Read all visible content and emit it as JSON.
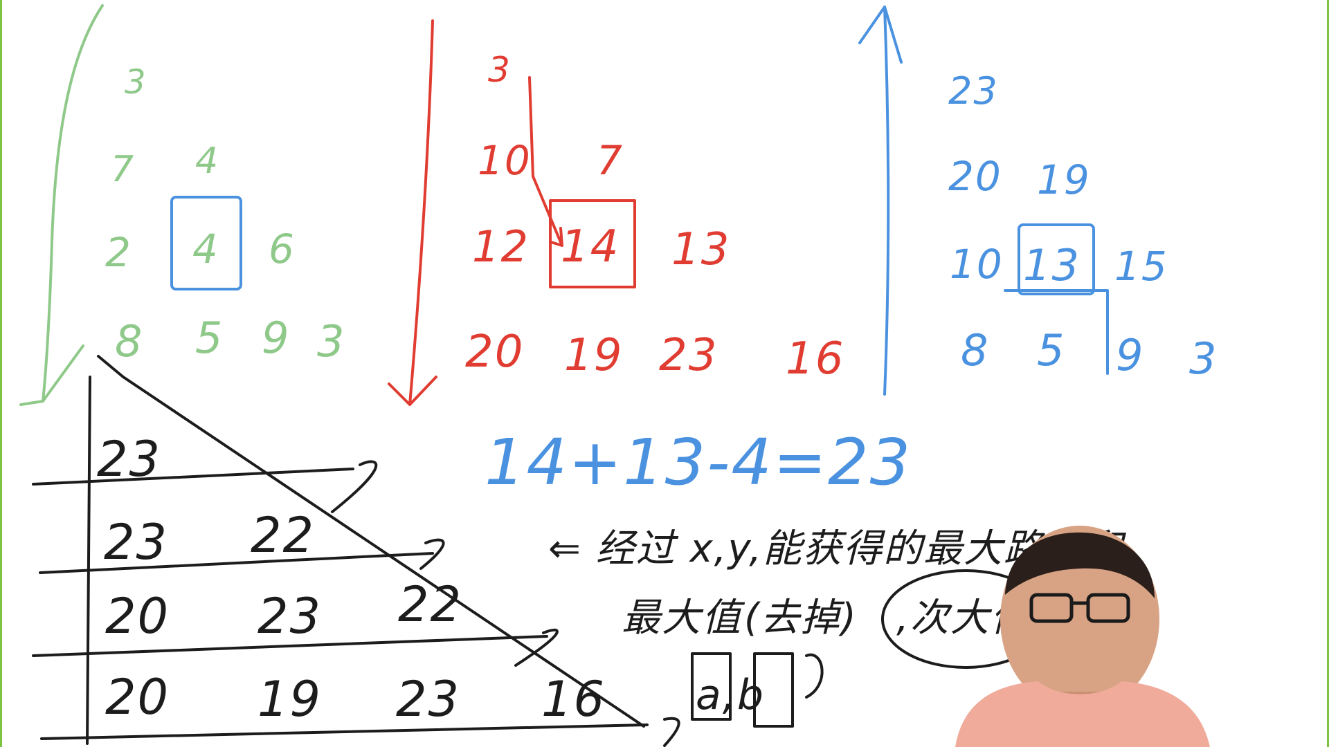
{
  "panels": {
    "green": {
      "color": "#8fc98a",
      "rows": [
        [
          "3"
        ],
        [
          "7",
          "4"
        ],
        [
          "2",
          "4",
          "6"
        ],
        [
          "8",
          "5",
          "9",
          "3"
        ]
      ]
    },
    "red": {
      "color": "#e03c31",
      "rows": [
        [
          "3"
        ],
        [
          "10",
          "7"
        ],
        [
          "12",
          "14",
          "13"
        ],
        [
          "20",
          "19",
          "23",
          "16"
        ]
      ]
    },
    "blue": {
      "color": "#4a92e0",
      "rows": [
        [
          "23"
        ],
        [
          "20",
          "19"
        ],
        [
          "10",
          "13",
          "15"
        ],
        [
          "8",
          "5",
          "9",
          "3"
        ]
      ]
    }
  },
  "equation": "14+13-4=23",
  "table": {
    "rows": [
      [
        "23"
      ],
      [
        "23",
        "22"
      ],
      [
        "20",
        "23",
        "22"
      ],
      [
        "20",
        "19",
        "23",
        "16"
      ]
    ]
  },
  "notes": {
    "line1": "⇐ 经过 x,y,能获得的最大路径和",
    "line2_a": "最大值",
    "line2_b": "(去掉)",
    "line2_c": ",次大值",
    "pair": "a,b"
  }
}
